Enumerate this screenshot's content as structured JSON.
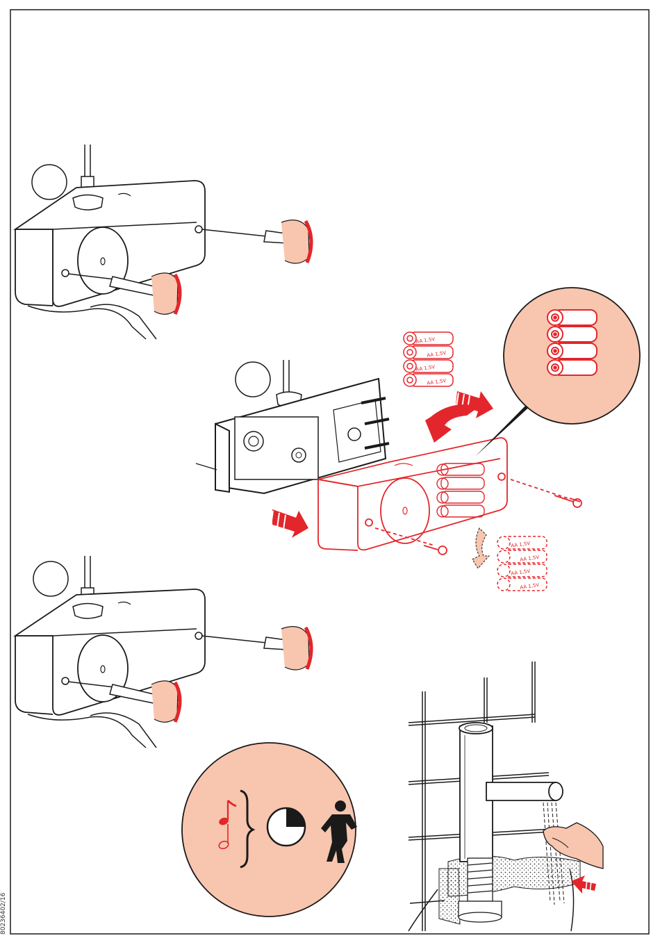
{
  "document": {
    "code": "80236402/16"
  },
  "battery_label": "AA 1,5V",
  "colors": {
    "accent": "#e3262b",
    "tint": "#f8c5ae",
    "ink": "#1a1a1a"
  },
  "steps": [
    {
      "id": "step1",
      "action": "unscrew-cover-screws"
    },
    {
      "id": "step2",
      "action": "replace-batteries"
    },
    {
      "id": "step3",
      "action": "tighten-cover-screws"
    },
    {
      "id": "step4",
      "action": "wait-for-signal-tones"
    },
    {
      "id": "step5",
      "action": "hand-under-spout-test"
    }
  ]
}
